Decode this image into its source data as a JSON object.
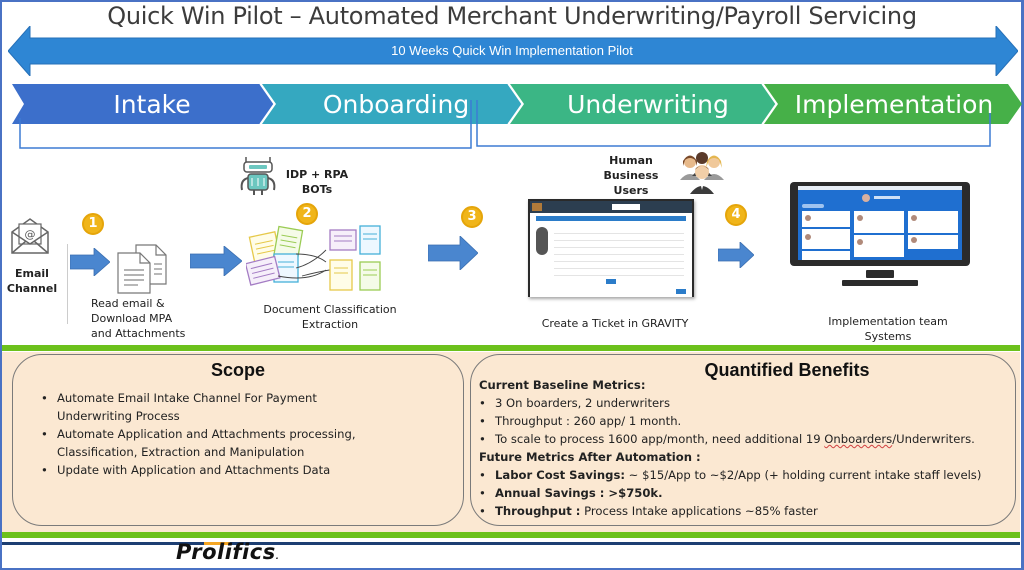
{
  "title": "Quick Win Pilot – Automated Merchant Underwriting/Payroll Servicing",
  "timeline": {
    "label": "10 Weeks Quick Win Implementation Pilot",
    "color": "#2e86d4"
  },
  "phases": [
    {
      "label": "Intake",
      "color": "#3c6fcb"
    },
    {
      "label": "Onboarding",
      "color": "#35a8c0"
    },
    {
      "label": "Underwriting",
      "color": "#3bb685"
    },
    {
      "label": "Implementation",
      "color": "#46b048"
    }
  ],
  "flow": {
    "source": {
      "label_line1": "Email",
      "label_line2": "Channel",
      "icon": "envelope-at-icon"
    },
    "steps": [
      {
        "number": "1",
        "caption": [
          "Read email &",
          "Download MPA",
          "and Attachments"
        ],
        "icon": "documents-icon"
      },
      {
        "number": "2",
        "header": [
          "IDP + RPA",
          "BOTs"
        ],
        "caption": [
          "Document Classification",
          "Extraction"
        ],
        "icon": "document-classification-icon",
        "header_icon": "robot-icon"
      },
      {
        "number": "3",
        "header": [
          "Human",
          "Business Users"
        ],
        "caption": [
          "Create a Ticket in GRAVITY"
        ],
        "icon": "gravity-app-screenshot",
        "header_icon": "business-users-icon"
      },
      {
        "number": "4",
        "caption": [
          "Implementation team",
          "Systems"
        ],
        "icon": "monitor-icon"
      }
    ],
    "arrow_color": "#4a86cf",
    "badge_color": "#f0b51a"
  },
  "scope": {
    "title": "Scope",
    "items": [
      {
        "line1": "Automate Email Intake Channel For Payment",
        "line2": "Underwriting Process"
      },
      {
        "line1": "Automate Application and Attachments processing,",
        "line2": "Classification, Extraction and Manipulation"
      },
      {
        "line1": "Update with Application and Attachments Data",
        "line2": ""
      }
    ]
  },
  "benefits": {
    "title": "Quantified Benefits",
    "current_heading": "Current Baseline  Metrics:",
    "current_items": [
      " 3 On boarders, 2 underwriters",
      "Throughput : 260 app/ 1 month.",
      {
        "before": "To scale to process 1600 app/month, need additional 19 ",
        "flagged": "Onboarders",
        "after": "/Underwriters."
      }
    ],
    "future_heading": "Future Metrics After Automation :",
    "future_items": [
      {
        "label": "Labor Cost Savings:",
        "text": "  ~ $15/App to ~$2/App (+ holding current intake staff levels)"
      },
      {
        "label": "Annual Savings : >$750k.",
        "text": ""
      },
      {
        "label": "Throughput :",
        "text": " Process Intake applications ~85% faster"
      }
    ]
  },
  "footer": {
    "logo": "Prolifics",
    "logo_mark": "."
  }
}
